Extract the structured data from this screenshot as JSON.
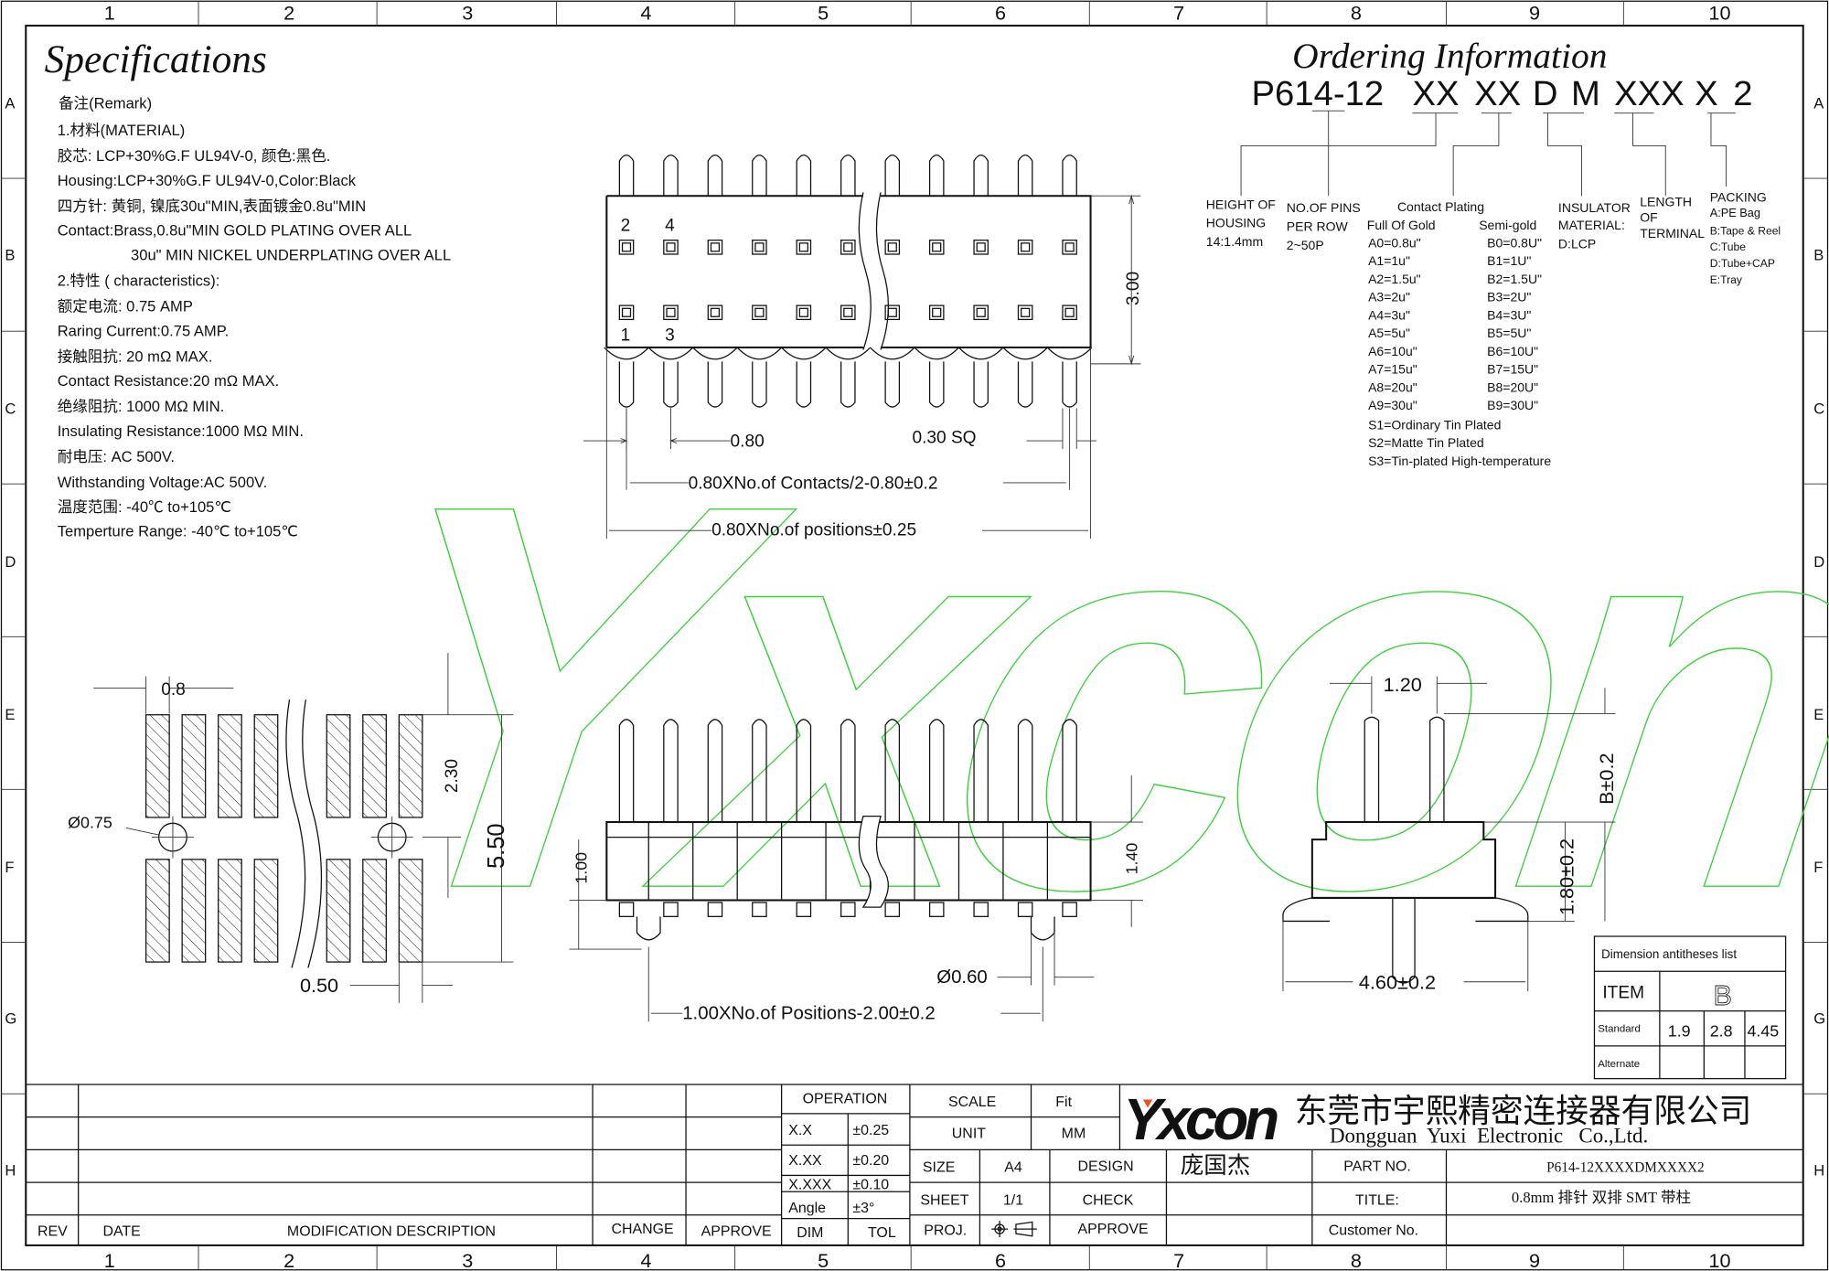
{
  "frame": {
    "columns": [
      "1",
      "2",
      "3",
      "4",
      "5",
      "6",
      "7",
      "8",
      "9",
      "10"
    ],
    "rows": [
      "A",
      "B",
      "C",
      "D",
      "E",
      "F",
      "G",
      "H"
    ]
  },
  "specifications": {
    "title": "Specifications",
    "lines": [
      "备注(Remark)",
      "1.材料(MATERIAL)",
      "胶芯: LCP+30%G.F UL94V-0, 颜色:黑色.",
      "Housing:LCP+30%G.F UL94V-0,Color:Black",
      "四方针: 黄铜, 镍底30u\"MIN,表面镀金0.8u\"MIN",
      "Contact:Brass,0.8u\"MIN GOLD PLATING OVER ALL",
      "30u\" MIN NICKEL UNDERPLATING OVER ALL",
      "2.特性 ( characteristics):",
      "额定电流: 0.75 AMP",
      "Raring Current:0.75 AMP.",
      "接触阻抗: 20 mΩ MAX.",
      "Contact Resistance:20 mΩ MAX.",
      "绝缘阻抗: 1000 MΩ MIN.",
      "Insulating Resistance:1000 MΩ  MIN.",
      "耐电压: AC 500V.",
      "Withstanding Voltage:AC 500V.",
      "温度范围: -40℃ to+105℃",
      "Temperture Range: -40℃ to+105℃"
    ]
  },
  "ordering": {
    "title": "Ordering Information",
    "code": [
      "P614-12",
      "XX",
      "XX",
      "D",
      "M",
      "XXX",
      "X",
      "2"
    ],
    "height": [
      "HEIGHT OF",
      "HOUSING",
      "14:1.4mm"
    ],
    "pins": [
      "NO.OF PINS",
      "PER ROW",
      "2~50P"
    ],
    "plating": {
      "title": "Contact Plating",
      "gold_header": "Full Of Gold",
      "semi_header": "Semi-gold",
      "gold": [
        "A0=0.8u\"",
        "A1=1u\"",
        "A2=1.5u\"",
        "A3=2u\"",
        "A4=3u\"",
        "A5=5u\"",
        "A6=10u\"",
        "A7=15u\"",
        "A8=20u\"",
        "A9=30u\""
      ],
      "semi": [
        "B0=0.8U\"",
        "B1=1U\"",
        "B2=1.5U\"",
        "B3=2U\"",
        "B4=3U\"",
        "B5=5U\"",
        "B6=10U\"",
        "B7=15U\"",
        "B8=20U\"",
        "B9=30U\""
      ],
      "tin": [
        "S1=Ordinary Tin Plated",
        "S2=Matte Tin Plated",
        "S3=Tin-plated High-temperature"
      ]
    },
    "insulator": [
      "INSULATOR",
      "MATERIAL:",
      "D:LCP"
    ],
    "length": [
      "LENGTH",
      "OF",
      "TERMINAL"
    ],
    "packing": [
      "PACKING",
      "A:PE Bag",
      "B:Tape & Reel",
      "C:Tube",
      "D:Tube+CAP",
      "E:Tray"
    ]
  },
  "dims": {
    "top_pin_labels": [
      "2",
      "4",
      "1",
      "3"
    ],
    "h300": "3.00",
    "p080": "0.80",
    "sq": "0.30 SQ",
    "contacts": "0.80XNo.of Contacts/2-0.80±0.2",
    "positions": "0.80XNo.of positions±0.25",
    "fp_08": "0.8",
    "fp_dia": "Ø0.75",
    "fp_230": "2.30",
    "fp_550": "5.50",
    "fp_050": "0.50",
    "fr_100": "1.00",
    "fr_140": "1.40",
    "fr_dia": "Ø0.60",
    "fr_positions": "1.00XNo.of Positions-2.00±0.2",
    "sd_120": "1.20",
    "sd_b": "B±0.2",
    "sd_180": "1.80±0.2",
    "sd_460": "4.60±0.2"
  },
  "dimension_table": {
    "title": "Dimension antitheses list",
    "item": "ITEM",
    "b": "B",
    "standard": "Standard",
    "values": [
      "1.9",
      "2.8",
      "4.45"
    ],
    "alternate": "Alternate"
  },
  "watermark": "Yxcon",
  "title_block": {
    "rev_headers": [
      "REV",
      "DATE",
      "MODIFICATION DESCRIPTION",
      "CHANGE",
      "APPROVE"
    ],
    "operation": "OPERATION",
    "tolerances": [
      [
        "X.X",
        "±0.25"
      ],
      [
        "X.XX",
        "±0.20"
      ],
      [
        "X.XXX",
        "±0.10"
      ],
      [
        "Angle",
        "±3°"
      ]
    ],
    "dim": "DIM",
    "tol": "TOL",
    "scale_label": "SCALE",
    "scale_value": "Fit",
    "unit_label": "UNIT",
    "unit_value": "MM",
    "logo": "Yxcon",
    "company_cn": "东莞市宇熙精密连接器有限公司",
    "company_en": "Dongguan  Yuxi  Electronic   Co.,Ltd.",
    "size_label": "SIZE",
    "size_value": "A4",
    "sheet_label": "SHEET",
    "sheet_value": "1/1",
    "proj_label": "PROJ.",
    "design_label": "DESIGN",
    "designer": "庞国杰",
    "check_label": "CHECK",
    "approve_label": "APPROVE",
    "part_no_label": "PART NO.",
    "part_no": "P614-12XXXXDMXXXX2",
    "title_label": "TITLE:",
    "title_value": "0.8mm 排针  双排 SMT 带柱",
    "customer_label": "Customer No."
  },
  "colors": {
    "watermark": "#3ad13a",
    "logo_accent": "#e8541c",
    "ink": "#111111"
  }
}
